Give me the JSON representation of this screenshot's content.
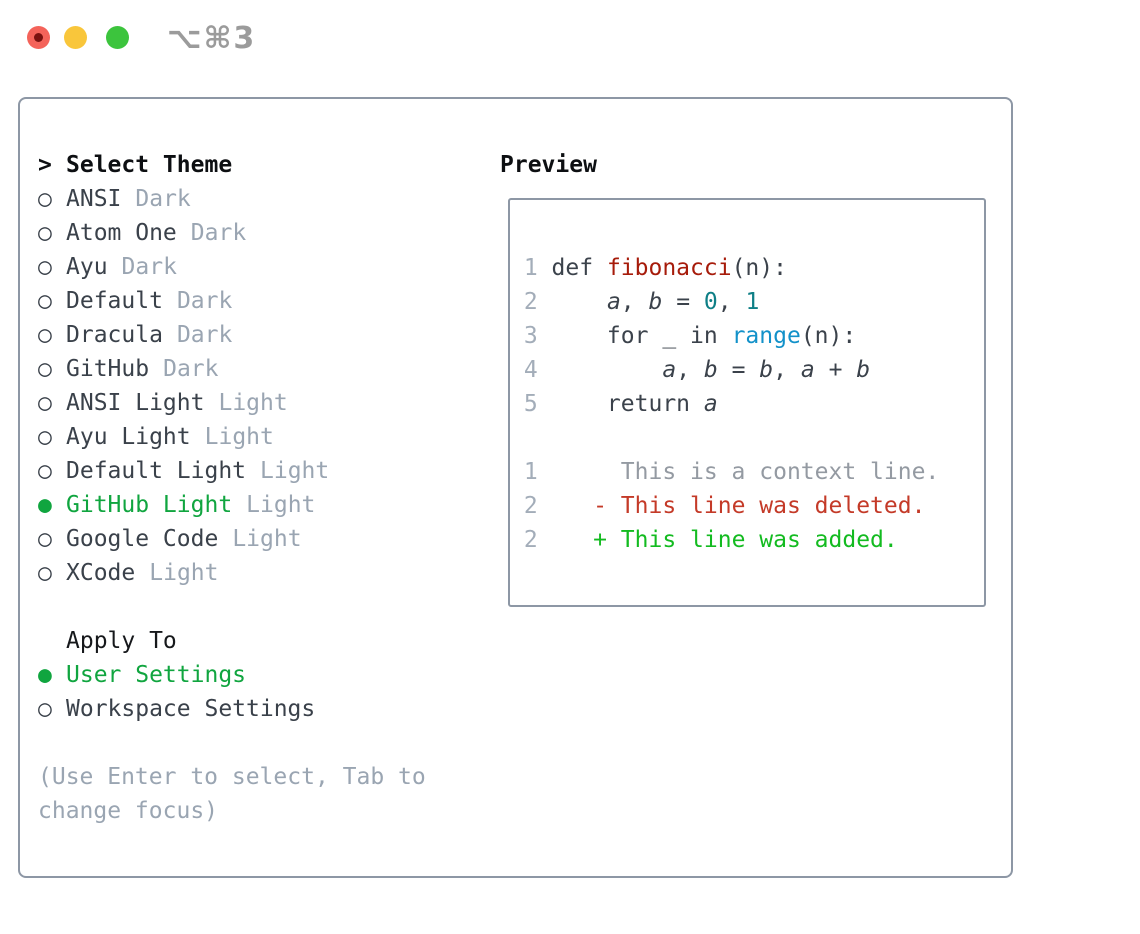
{
  "window": {
    "title": "⌥⌘3"
  },
  "traffic_lights": {
    "close_color": "#f4635a",
    "close_dot_color": "#7a1210",
    "minimize_color": "#f9c63b",
    "zoom_color": "#3cc43d"
  },
  "selector": {
    "pointer": ">",
    "title": "Select Theme",
    "themes": [
      {
        "bullet": "○",
        "name": "ANSI",
        "variant": "Dark",
        "selected": false
      },
      {
        "bullet": "○",
        "name": "Atom One",
        "variant": "Dark",
        "selected": false
      },
      {
        "bullet": "○",
        "name": "Ayu",
        "variant": "Dark",
        "selected": false
      },
      {
        "bullet": "○",
        "name": "Default",
        "variant": "Dark",
        "selected": false
      },
      {
        "bullet": "○",
        "name": "Dracula",
        "variant": "Dark",
        "selected": false
      },
      {
        "bullet": "○",
        "name": "GitHub",
        "variant": "Dark",
        "selected": false
      },
      {
        "bullet": "○",
        "name": "ANSI Light",
        "variant": "Light",
        "selected": false
      },
      {
        "bullet": "○",
        "name": "Ayu Light",
        "variant": "Light",
        "selected": false
      },
      {
        "bullet": "○",
        "name": "Default Light",
        "variant": "Light",
        "selected": false
      },
      {
        "bullet": "●",
        "name": "GitHub Light",
        "variant": "Light",
        "selected": true
      },
      {
        "bullet": "○",
        "name": "Google Code",
        "variant": "Light",
        "selected": false
      },
      {
        "bullet": "○",
        "name": "XCode",
        "variant": "Light",
        "selected": false
      }
    ],
    "apply_to": {
      "title": "Apply To",
      "options": [
        {
          "bullet": "●",
          "name": "User Settings",
          "selected": true
        },
        {
          "bullet": "○",
          "name": "Workspace Settings",
          "selected": false
        }
      ]
    },
    "hint": "(Use Enter to select, Tab to change focus)"
  },
  "preview": {
    "title": "Preview",
    "code_lines": [
      {
        "segments": [
          {
            "t": " 1 ",
            "c": "ln"
          },
          {
            "t": "def ",
            "c": "p"
          },
          {
            "t": "fibonacci",
            "c": "fn"
          },
          {
            "t": "(n):",
            "c": "p"
          }
        ]
      },
      {
        "segments": [
          {
            "t": " 2 ",
            "c": "ln"
          },
          {
            "t": "    ",
            "c": "p"
          },
          {
            "t": "a",
            "c": "v"
          },
          {
            "t": ", ",
            "c": "p"
          },
          {
            "t": "b",
            "c": "v"
          },
          {
            "t": " = ",
            "c": "p"
          },
          {
            "t": "0",
            "c": "n"
          },
          {
            "t": ", ",
            "c": "p"
          },
          {
            "t": "1",
            "c": "n"
          }
        ]
      },
      {
        "segments": [
          {
            "t": " 3 ",
            "c": "ln"
          },
          {
            "t": "    for _ in ",
            "c": "p"
          },
          {
            "t": "range",
            "c": "b"
          },
          {
            "t": "(n):",
            "c": "p"
          }
        ]
      },
      {
        "segments": [
          {
            "t": " 4 ",
            "c": "ln"
          },
          {
            "t": "        ",
            "c": "p"
          },
          {
            "t": "a",
            "c": "v"
          },
          {
            "t": ", ",
            "c": "p"
          },
          {
            "t": "b",
            "c": "v"
          },
          {
            "t": " = ",
            "c": "p"
          },
          {
            "t": "b",
            "c": "v"
          },
          {
            "t": ", ",
            "c": "p"
          },
          {
            "t": "a",
            "c": "v"
          },
          {
            "t": " + ",
            "c": "p"
          },
          {
            "t": "b",
            "c": "v"
          }
        ]
      },
      {
        "segments": [
          {
            "t": " 5 ",
            "c": "ln"
          },
          {
            "t": "    return ",
            "c": "p"
          },
          {
            "t": "a",
            "c": "v"
          }
        ]
      }
    ],
    "diff_lines": [
      {
        "segments": [
          {
            "t": " 1 ",
            "c": "ln"
          },
          {
            "t": "     This is a context line.",
            "c": "ctx"
          }
        ]
      },
      {
        "segments": [
          {
            "t": " 2 ",
            "c": "ln"
          },
          {
            "t": "   ",
            "c": "p"
          },
          {
            "t": "- This line was deleted.",
            "c": "del"
          }
        ]
      },
      {
        "segments": [
          {
            "t": " 2 ",
            "c": "ln"
          },
          {
            "t": "   ",
            "c": "p"
          },
          {
            "t": "+ This line was added.",
            "c": "add"
          }
        ]
      }
    ]
  },
  "colors": {
    "selection_green": "#10a53f",
    "added_green": "#13bb20",
    "deleted_red": "#c43a28",
    "function_red": "#a61b0a",
    "number_teal": "#0e7f86",
    "builtin_blue": "#1291c9",
    "muted_gray": "#9aa5b2",
    "text_dark": "#3a414a",
    "border_gray": "#8d97a5"
  }
}
